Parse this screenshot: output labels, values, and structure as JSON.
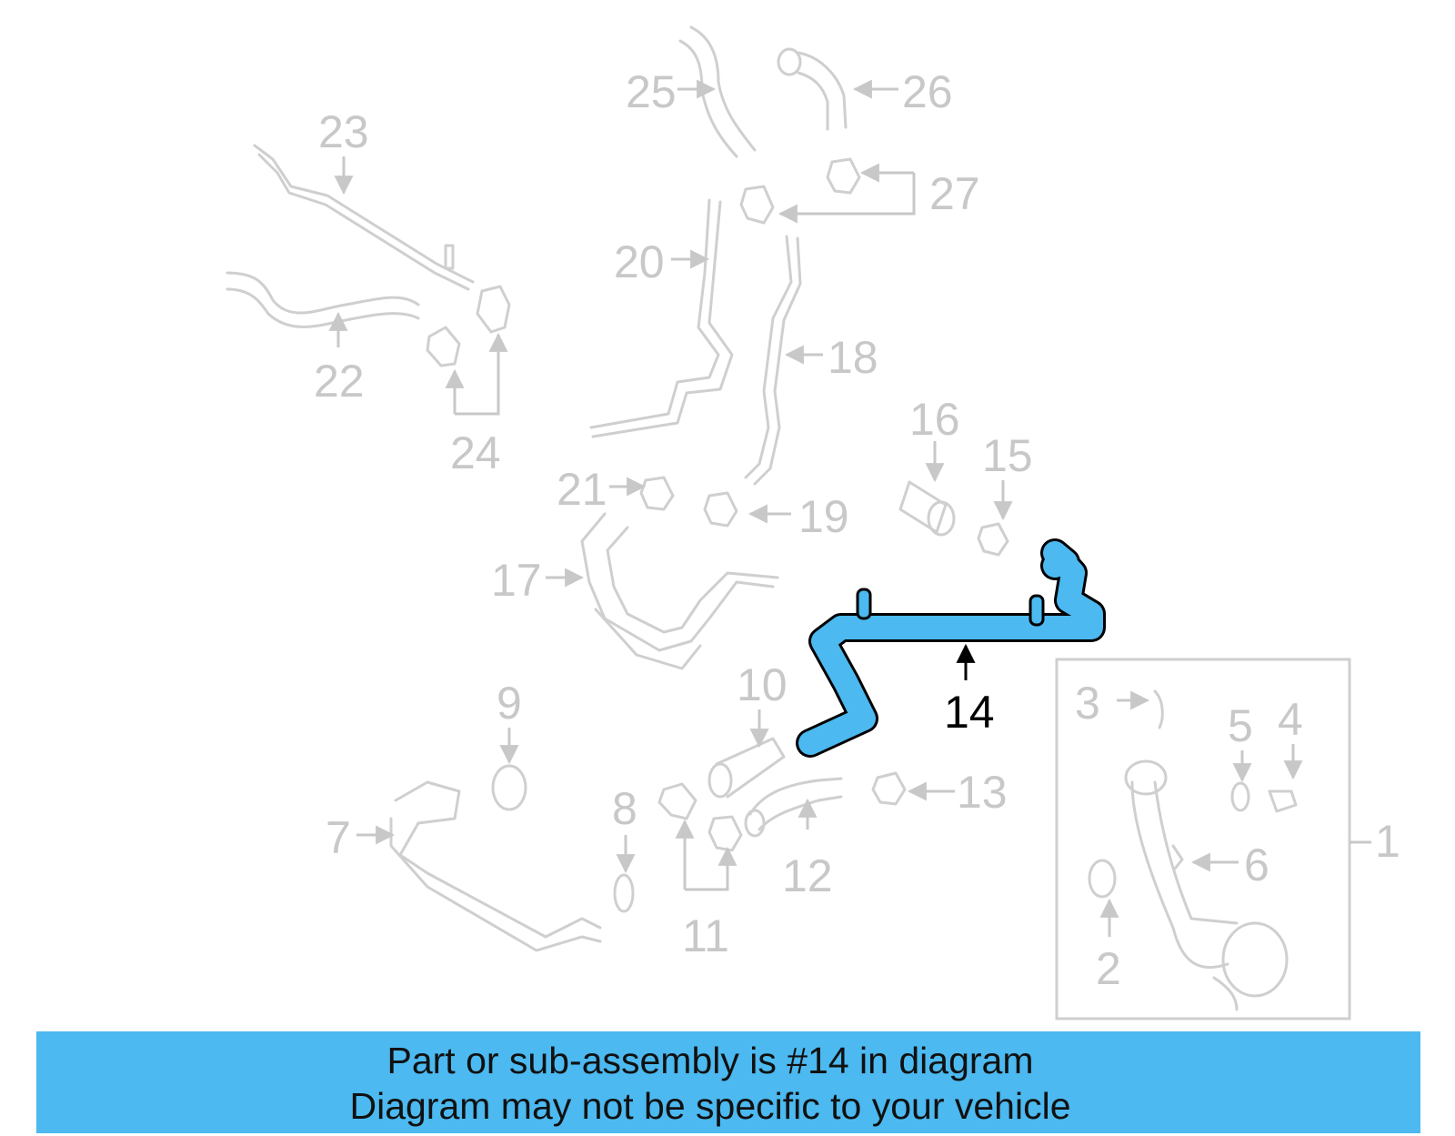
{
  "highlight_color": "#4cb9f0",
  "callouts": {
    "c1": "1",
    "c2": "2",
    "c3": "3",
    "c4": "4",
    "c5": "5",
    "c6": "6",
    "c7": "7",
    "c8": "8",
    "c9": "9",
    "c10": "10",
    "c11": "11",
    "c12": "12",
    "c13": "13",
    "c14": "14",
    "c15": "15",
    "c16": "16",
    "c17": "17",
    "c18": "18",
    "c19": "19",
    "c20": "20",
    "c21": "21",
    "c22": "22",
    "c23": "23",
    "c24": "24",
    "c25": "25",
    "c26": "26",
    "c27": "27"
  },
  "banner": {
    "line1": "Part or sub-assembly is #14 in diagram",
    "line2": "Diagram may not be specific to your vehicle"
  }
}
